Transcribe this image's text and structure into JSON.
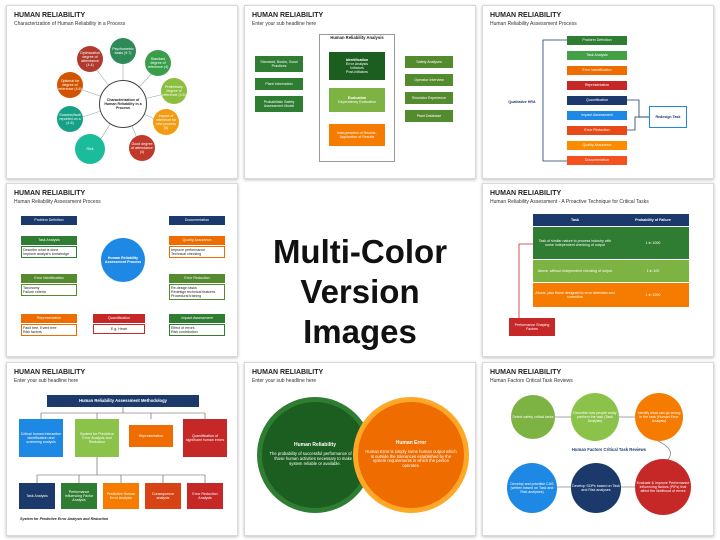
{
  "center": {
    "line1": "Multi-Color",
    "line2": "Version Images"
  },
  "slides": [
    {
      "title": "HUMAN RELIABILITY",
      "subtitle": "Characterization of Human Reliability in a Process",
      "hub": "Characterization of Human Reliability in a Process",
      "nodes": [
        "Psychometric basis (9.7)",
        "Standard degree of reference (4)",
        "Preliminary degree of reference (4.5)",
        "Impact of reference for new process (5)",
        "Good degree of attendance (4)",
        "Risk",
        "Success/fault reported on a (4.6)",
        "Optional for degree of reference (4.6)",
        "Optimization degree of attendance (4.4)"
      ]
    },
    {
      "title": "HUMAN RELIABILITY",
      "subtitle": "Enter your sub headline here",
      "header": "Human Reliability Analysis",
      "left": [
        "Standard, Books, Good Practices",
        "Plant Information",
        "Probabilistic Safety Assessment Model"
      ],
      "ident_title": "Identification",
      "ident_items": [
        "Error Analysis",
        "Initiators",
        "Post-Initiators"
      ],
      "eval_title": "Evaluation",
      "eval_items": [
        "Dependency Evaluation"
      ],
      "bottom": "Interpretation of Results, Application of Results",
      "right": [
        "Safety Analyses",
        "Operator Interview",
        "Simulator Experience",
        "Plant Database"
      ]
    },
    {
      "title": "HUMAN RELIABILITY",
      "subtitle": "Human Reliability Assessment Process",
      "steps": [
        "Problem Definition",
        "Task Analysis",
        "Error Identification",
        "Representation",
        "Quantification",
        "Impact Assessment",
        "Error Reduction",
        "Quality Assurance",
        "Documentation"
      ],
      "left_label": "Qualitative HRA",
      "right_label": "Redesign Task"
    },
    {
      "title": "HUMAN RELIABILITY",
      "subtitle": "Human Reliability Assessment Process",
      "left_steps": [
        "Problem Definition",
        "Task Analysis",
        "Error Identification",
        "Representation"
      ],
      "left_notes": [
        "Describe what is done",
        "Improve analyst's knowledge",
        "Taxonomy",
        "Failure criteria",
        "Fault tree, Event tree",
        "Risk factors"
      ],
      "center_circle": "Human Reliability Assessment Process",
      "right_steps": [
        "Documentation",
        "Quality Assurance",
        "Error Reduction",
        "Impact Assessment"
      ],
      "right_notes": [
        "Improve performance",
        "Technical checking",
        "Re-design tasks",
        "Redesign technical features",
        "Procedural training",
        "Effect of errors",
        "Risk contribution"
      ],
      "quant": "Quantification",
      "quant_note": "E.g. Heart"
    },
    {
      "title": "HUMAN RELIABILITY",
      "subtitle": "Human Reliability Assessment - A Proactive Technique for Critical Tasks",
      "col1": "Task",
      "col2": "Probability of Failure",
      "rows": [
        {
          "task": "Task of similar nature to process industry with some independent checking of output",
          "prob": "1 in 1000"
        },
        {
          "task": "Above, without independent checking of output",
          "prob": "1 in 100"
        },
        {
          "task": "Above, plus those designed to error detection and correction",
          "prob": "1 in 1000"
        }
      ],
      "badge": "Performance Shaping Factors"
    },
    {
      "title": "HUMAN RELIABILITY",
      "subtitle": "Enter your sub headline here",
      "method": "Human Reliability Assessment Methodology",
      "level2": [
        "Critical human interaction identification and screening analysis",
        "System for Predictive Error Analysis and Reduction",
        "Representation",
        "Quantification of significant human errors"
      ],
      "level3": [
        "Task Analysis",
        "Performance Influencing Factor Analysis",
        "Predictive Human Error Analysis",
        "Consequence analysis",
        "Error Reduction Analysis"
      ],
      "footnote": "System for Predictive Error Analysis and Reduction"
    },
    {
      "title": "HUMAN RELIABILITY",
      "subtitle": "Enter your sub headline here",
      "left_title": "Human Reliability",
      "left_text": "The probability of successful performance of only those human activities necessary to make a system reliable or available.",
      "right_title": "Human Error",
      "right_text": "Human Error is simply some human output which is outside the tolerances established by the system requirements in which the person operates."
    },
    {
      "title": "HUMAN RELIABILITY",
      "subtitle": "Human Factors Critical Task Reviews",
      "mid_label": "Human Factors Critical Task Reviews",
      "circles": [
        "Select safety critical tasks",
        "Describe how people really perform the task (Task Analysis)",
        "Identify what can go wrong in the task (Human Error Analysis)",
        "Develop and prioritise CAS (written based on Task and Risk analyses)",
        "Develop SOPs based on Task and Risk analyses",
        "Evaluate & improve Performance influencing factors (PIFs) that affect the likelihood of errors"
      ]
    }
  ]
}
